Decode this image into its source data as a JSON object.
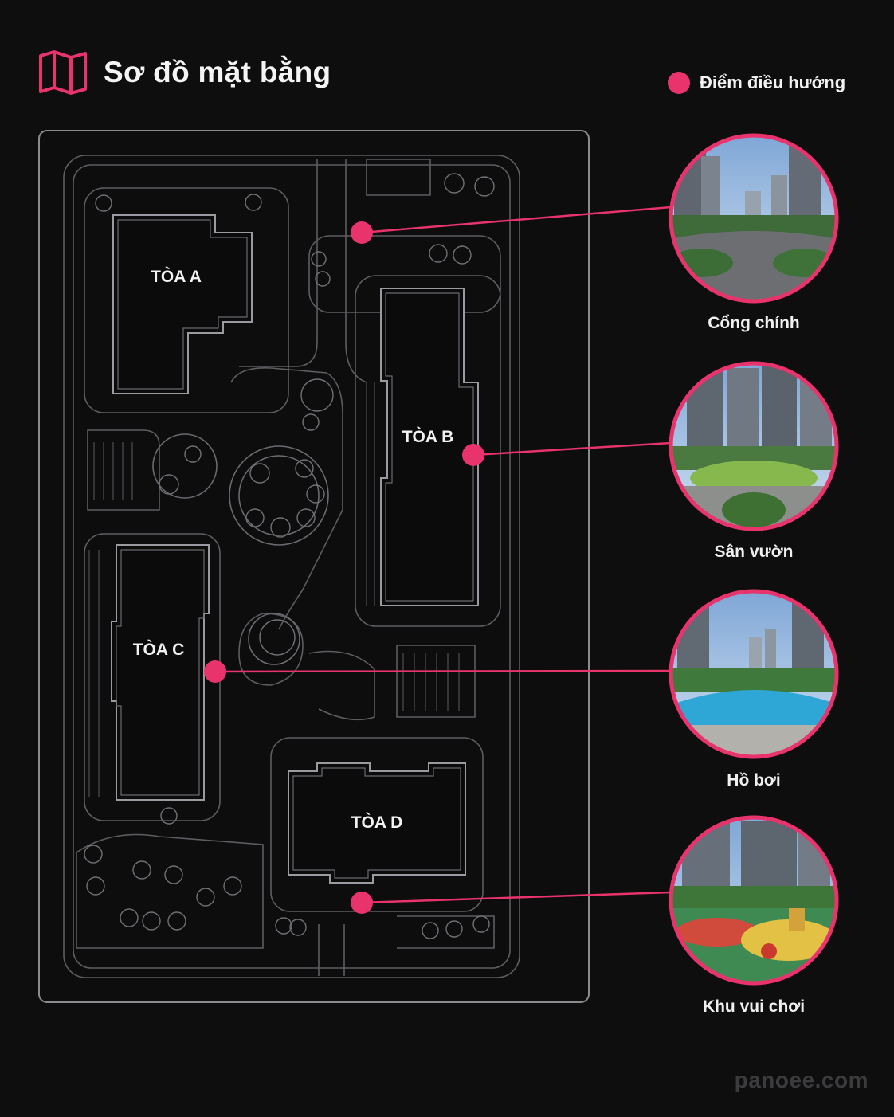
{
  "header": {
    "title": "Sơ đồ mặt bằng",
    "icon": "map-icon"
  },
  "legend": {
    "label": "Điểm điều hướng",
    "color": "#e8336d"
  },
  "buildings": [
    {
      "id": "a",
      "label": "TÒA A"
    },
    {
      "id": "b",
      "label": "TÒA B"
    },
    {
      "id": "c",
      "label": "TÒA C"
    },
    {
      "id": "d",
      "label": "TÒA D"
    }
  ],
  "nav_points": [
    {
      "id": "main-gate",
      "caption": "Cổng chính",
      "scene": "towers-driveway"
    },
    {
      "id": "garden",
      "caption": "Sân vườn",
      "scene": "courtyard-lawn"
    },
    {
      "id": "pool",
      "caption": "Hồ bơi",
      "scene": "swimming-pool"
    },
    {
      "id": "playground",
      "caption": "Khu vui chơi",
      "scene": "kids-playground"
    }
  ],
  "colors": {
    "accent": "#e8336d",
    "background": "#0e0e0f",
    "line": "#6f6f74"
  },
  "watermark": "panoee.com"
}
